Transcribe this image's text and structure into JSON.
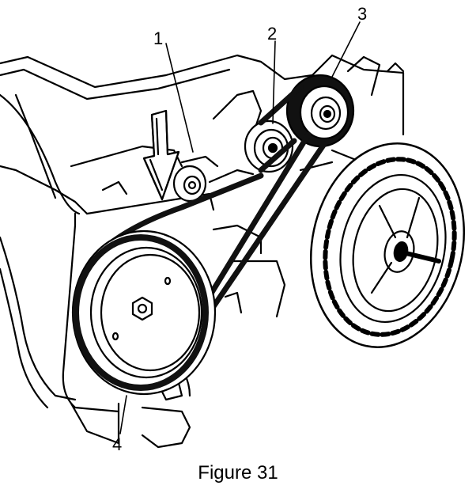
{
  "figure": {
    "callouts": [
      "1",
      "2",
      "3",
      "4"
    ],
    "caption": "Figure 31"
  },
  "colors": {
    "line": "#000000",
    "fill": "#ffffff",
    "belt": "#111111"
  }
}
